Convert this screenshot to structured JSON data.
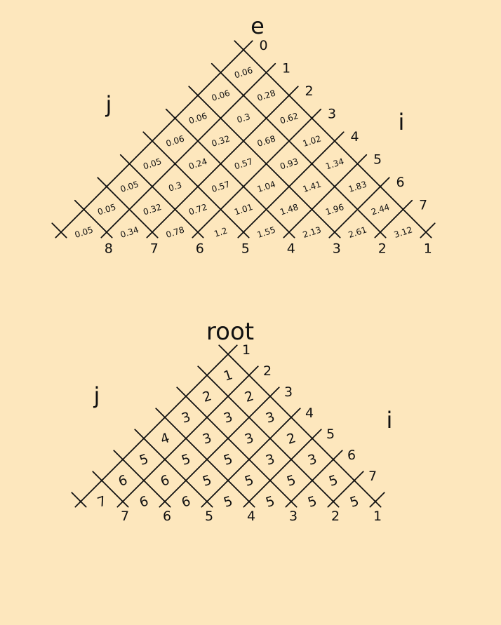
{
  "diagrams": [
    {
      "key": "e",
      "title": "e",
      "j_label": "j",
      "i_label": "i",
      "j_index_labels": [
        "0",
        "1",
        "2",
        "3",
        "4",
        "5",
        "6",
        "7"
      ],
      "i_index_labels": [
        "1",
        "2",
        "3",
        "4",
        "5",
        "6",
        "7",
        "8"
      ],
      "cells": [
        [
          "0.06",
          "0.28",
          "0.62",
          "1.02",
          "1.34",
          "1.83",
          "2.44",
          "3.12"
        ],
        [
          "0.06",
          "0.3",
          "0.68",
          "0.93",
          "1.41",
          "1.96",
          "2.61"
        ],
        [
          "0.06",
          "0.32",
          "0.57",
          "1.04",
          "1.48",
          "2.13"
        ],
        [
          "0.06",
          "0.24",
          "0.57",
          "1.01",
          "1.55"
        ],
        [
          "0.05",
          "0.3",
          "0.72",
          "1.2"
        ],
        [
          "0.05",
          "0.32",
          "0.78"
        ],
        [
          "0.05",
          "0.34"
        ],
        [
          "0.05"
        ]
      ]
    },
    {
      "key": "root",
      "title": "root",
      "j_label": "j",
      "i_label": "i",
      "j_index_labels": [
        "1",
        "2",
        "3",
        "4",
        "5",
        "6",
        "7"
      ],
      "i_index_labels": [
        "1",
        "2",
        "3",
        "4",
        "5",
        "6",
        "7"
      ],
      "cells": [
        [
          "1",
          "2",
          "3",
          "2",
          "3",
          "5",
          "5"
        ],
        [
          "2",
          "3",
          "3",
          "3",
          "5",
          "5"
        ],
        [
          "3",
          "3",
          "5",
          "5",
          "5"
        ],
        [
          "4",
          "5",
          "5",
          "5"
        ],
        [
          "5",
          "6",
          "6"
        ],
        [
          "6",
          "6"
        ],
        [
          "7"
        ]
      ]
    }
  ]
}
